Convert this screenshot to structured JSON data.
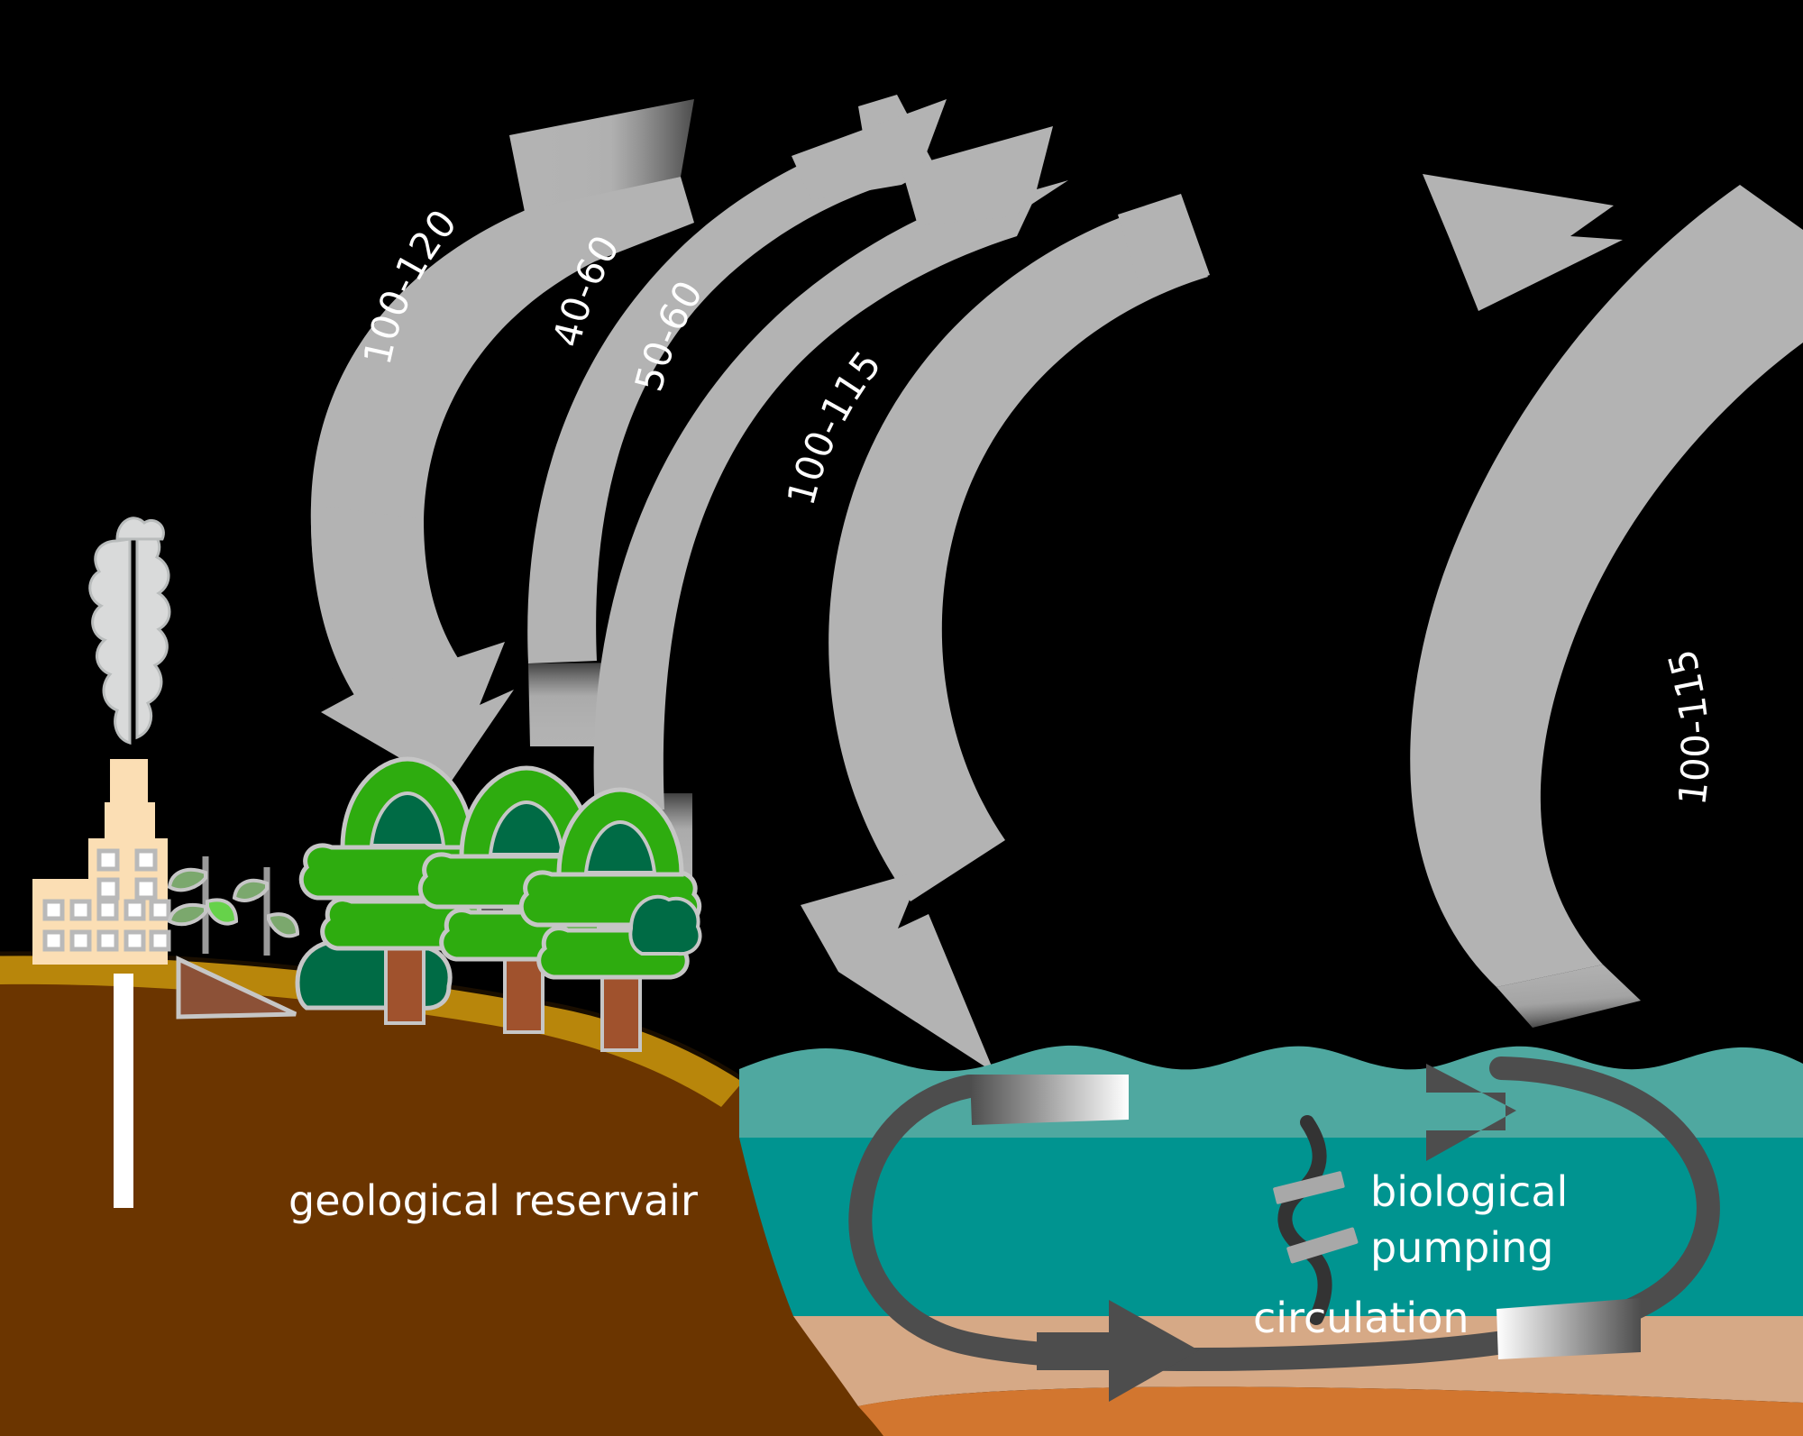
{
  "diagram": {
    "title": "carbon cycle diagram",
    "background_color": "#000000"
  },
  "palette": {
    "arrow_gray": "#b3b3b3",
    "label_white": "#ffffff",
    "land_brown": "#6b3500",
    "land_top_ochre": "#b8860b",
    "ocean_upper": "#4fa8a0",
    "ocean_lower": "#009490",
    "sediment_tan": "#d6a986",
    "sediment_orange": "#d2762f",
    "loop_dark": "#4d4d4d",
    "tree_green": "#2eac0f",
    "tree_dark_green": "#006b45",
    "trunk_brown": "#a0522d",
    "factory_cream": "#fbdeb4",
    "smoke_gray": "#d9dada"
  },
  "atmosphere_fluxes": [
    {
      "name": "flux-arc-1",
      "label": "100-120",
      "direction": "atmosphere-to-land"
    },
    {
      "name": "flux-arc-2",
      "label": "40-60",
      "direction": "land-to-atmosphere"
    },
    {
      "name": "flux-arc-3",
      "label": "50-60",
      "direction": "land-to-atmosphere"
    },
    {
      "name": "flux-arc-4",
      "label": "100-115",
      "direction": "atmosphere-to-ocean"
    },
    {
      "name": "flux-arc-5",
      "label": "100-115",
      "direction": "ocean-to-atmosphere"
    }
  ],
  "scene_labels": {
    "geological_reservoir": "geological reservair",
    "biological_pumping": "biological\npumping",
    "biological_pumping_line1": "biological",
    "biological_pumping_line2": "pumping",
    "circulation": "circulation"
  },
  "features": {
    "factory": "factory-with-smokestack",
    "smoke_plume": "smoke-plume",
    "well_shaft": "white-well-shaft",
    "grass": "grass-tufts",
    "bush": "bush",
    "trees": "three-broadleaf-trees",
    "ocean_surface": "wavy-ocean-surface",
    "ocean_circulation_loop": "ocean-circulation-loop",
    "biological_pump_squiggle": "biological-pump-squiggle"
  }
}
